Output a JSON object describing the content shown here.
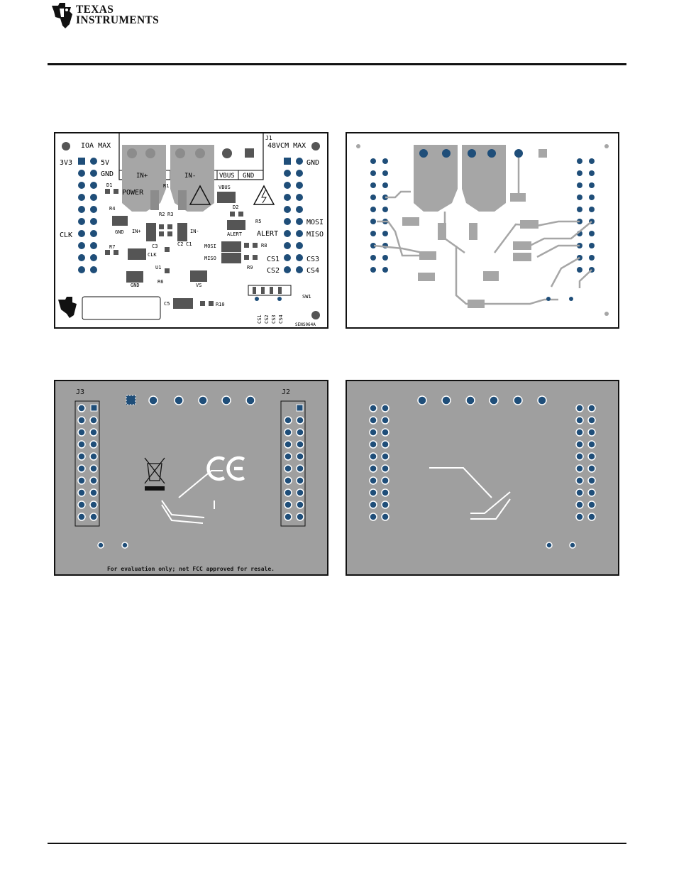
{
  "header": {
    "brand_line1": "TEXAS",
    "brand_line2": "INSTRUMENTS",
    "logo_icon": "ti-logo-icon"
  },
  "top_silk": {
    "left_labels": [
      "3V3",
      "5V",
      "GND",
      "POWER",
      "CLK"
    ],
    "right_labels": [
      "GND",
      "MOSI",
      "MISO",
      "CS3",
      "CS4"
    ],
    "top_labels": [
      "IOA MAX",
      "J1",
      "48VCM MAX"
    ],
    "terminal_labels": [
      "IN+",
      "IN-",
      "VBUS",
      "GND"
    ],
    "refdes": [
      "D1",
      "R1",
      "R4",
      "R2",
      "R3",
      "C3",
      "C2",
      "C1",
      "D2",
      "R5",
      "R7",
      "U1",
      "R6",
      "C5",
      "R10",
      "R8",
      "R9",
      "SW1"
    ],
    "pad_labels": [
      "GND",
      "IN+",
      "IN-",
      "CLK",
      "VBUS",
      "ALERT",
      "GND",
      "VS",
      "ALERT",
      "MOSI",
      "MISO",
      "CS1",
      "CS2"
    ],
    "switch_labels": [
      "CS1",
      "CS2",
      "CS3",
      "CS4"
    ],
    "board_id": "SENS064A"
  },
  "bottom_silk": {
    "connectors": [
      "J3",
      "J2"
    ],
    "disclaimer": "For evaluation only; not FCC approved for resale.",
    "ce_mark": "CE"
  },
  "colors": {
    "silkscreen": "#000000",
    "copper": "#a6a6a6",
    "copper_dark": "#8c8c8c",
    "via_ring": "#1f4e79",
    "board": "#ffffff",
    "bottom_board": "#9f9f9f"
  }
}
